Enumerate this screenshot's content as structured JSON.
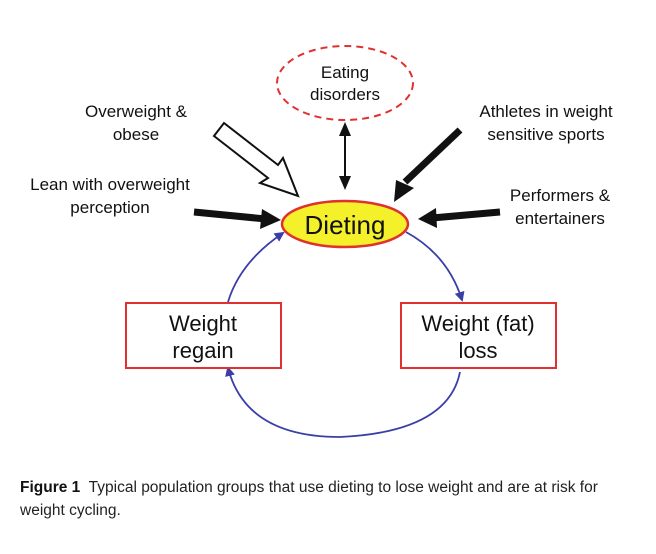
{
  "diagram": {
    "center": "Dieting",
    "eating_disorders": [
      "Eating",
      "disorders"
    ],
    "overweight_obese": [
      "Overweight &",
      "obese"
    ],
    "athletes": [
      "Athletes in weight",
      "sensitive sports"
    ],
    "lean_overweight": [
      "Lean with overweight",
      "perception"
    ],
    "performers": [
      "Performers &",
      "entertainers"
    ],
    "weight_regain": [
      "Weight",
      "regain"
    ],
    "weight_loss": [
      "Weight (fat)",
      "loss"
    ]
  },
  "colors": {
    "center_fill": "#f4f02a",
    "accent_red": "#e03030",
    "cycle_blue": "#3a3fa8",
    "arrow_black": "#111111"
  },
  "caption": {
    "label": "Figure 1",
    "text": "Typical population groups that use dieting to lose weight and are at risk for weight cycling."
  }
}
